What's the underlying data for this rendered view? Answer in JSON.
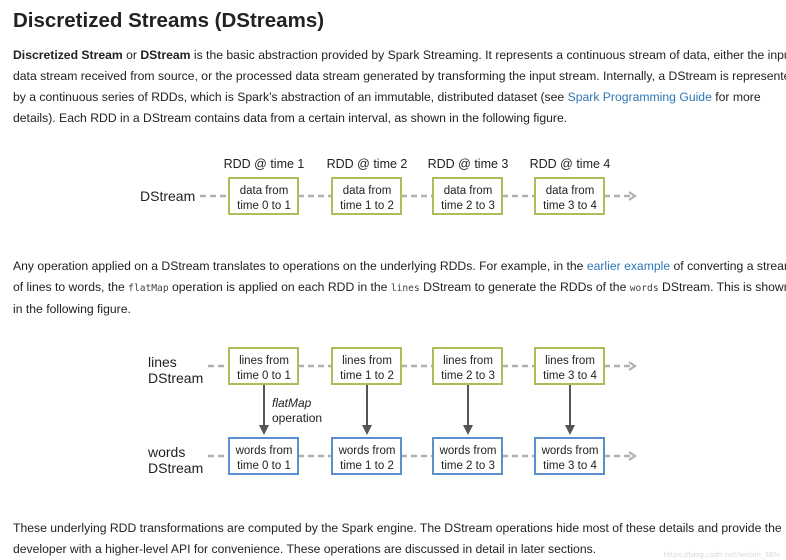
{
  "page": {
    "title": "Discretized Streams (DStreams)",
    "para1": {
      "l1": {
        "b1": "Discretized Stream",
        "t1": " or ",
        "b2": "DStream",
        "t2": " is the basic abstraction provided by Spark Streaming. It represents a continuous stream of data, either the input"
      },
      "l2": "data stream received from source, or the processed data stream generated by transforming the input stream. Internally, a DStream is represented",
      "l3": {
        "t1": "by a continuous series of RDDs, which is Spark’s abstraction of an immutable, distributed dataset (see ",
        "link": "Spark Programming Guide",
        "t2": " for more"
      },
      "l4": "details). Each RDD in a DStream contains data from a certain interval, as shown in the following figure."
    },
    "para2": {
      "l1": {
        "t1": "Any operation applied on a DStream translates to operations on the underlying RDDs. For example, in the ",
        "link": "earlier example",
        "t2": " of converting a stream"
      },
      "l2": {
        "t1": "of lines to words, the ",
        "c1": "flatMap",
        "t2": " operation is applied on each RDD in the ",
        "c2": "lines",
        "t3": " DStream to generate the RDDs of the ",
        "c3": "words",
        "t4": " DStream. This is shown"
      },
      "l3": "in the following figure."
    },
    "para3": {
      "l1": "These underlying RDD transformations are computed by the Spark engine. The DStream operations hide most of these details and provide the",
      "l2": "developer with a higher-level API for convenience. These operations are discussed in detail in later sections."
    },
    "watermark": "https://blog.csdn.net/weixin_38%"
  },
  "figure1": {
    "stream_label": "DStream",
    "rdds": [
      {
        "header": "RDD @ time 1",
        "line1": "data from",
        "line2": "time 0 to 1"
      },
      {
        "header": "RDD @ time 2",
        "line1": "data from",
        "line2": "time 1 to 2"
      },
      {
        "header": "RDD @ time 3",
        "line1": "data from",
        "line2": "time 2 to 3"
      },
      {
        "header": "RDD @ time 4",
        "line1": "data from",
        "line2": "time 3 to 4"
      }
    ]
  },
  "figure2": {
    "lines_label": {
      "l1": "lines",
      "l2": "DStream"
    },
    "words_label": {
      "l1": "words",
      "l2": "DStream"
    },
    "op_label": {
      "l1": "flatMap",
      "l2": "operation"
    },
    "lines_rdds": [
      {
        "line1": "lines from",
        "line2": "time 0 to 1"
      },
      {
        "line1": "lines from",
        "line2": "time 1 to 2"
      },
      {
        "line1": "lines from",
        "line2": "time 2 to 3"
      },
      {
        "line1": "lines from",
        "line2": "time 3 to 4"
      }
    ],
    "words_rdds": [
      {
        "line1": "words from",
        "line2": "time 0 to 1"
      },
      {
        "line1": "words from",
        "line2": "time 1 to 2"
      },
      {
        "line1": "words from",
        "line2": "time 2 to 3"
      },
      {
        "line1": "words from",
        "line2": "time 3 to 4"
      }
    ]
  },
  "colors": {
    "link": "#2d76b6",
    "lines_box_border": "#a9c05a",
    "words_box_border": "#5b8fd2",
    "dashed_connector": "#b0b0b0",
    "flatmap_arrow": "#555555"
  }
}
